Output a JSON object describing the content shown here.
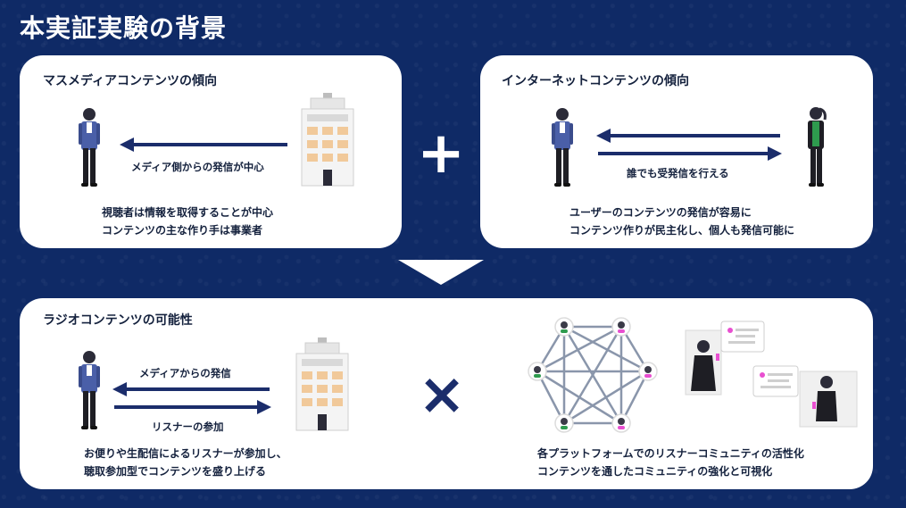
{
  "slide": {
    "title": "本実証実験の背景"
  },
  "mass_media": {
    "title": "マスメディアコンテンツの傾向",
    "arrow_label": "メディア側からの発信が中心",
    "desc_lines": [
      "視聴者は情報を取得することが中心",
      "コンテンツの主な作り手は事業者"
    ]
  },
  "internet": {
    "title": "インターネットコンテンツの傾向",
    "arrow_label": "誰でも受発信を行える",
    "desc_lines": [
      "ユーザーのコンテンツの発信が容易に",
      "コンテンツ作りが民主化し、個人も発信可能に"
    ]
  },
  "radio": {
    "title": "ラジオコンテンツの可能性",
    "arrow_top_label": "メディアからの発信",
    "arrow_bottom_label": "リスナーの参加",
    "desc_left_lines": [
      "お便りや生配信によるリスナーが参加し、",
      "聴取参加型でコンテンツを盛り上げる"
    ],
    "desc_right_lines": [
      "各プラットフォームでのリスナーコミュニティの活性化",
      "コンテンツを通したコミュニティの強化と可視化"
    ]
  },
  "symbols": {
    "plus": "+",
    "times": "×"
  },
  "colors": {
    "background": "#0f2a66",
    "navy": "#1b2d6b",
    "card": "#ffffff",
    "accent_pink": "#e84fd0",
    "green": "#2e9b4e"
  },
  "icons": [
    "person-icon",
    "building-icon",
    "network-icon",
    "chat-bubble-icon"
  ]
}
